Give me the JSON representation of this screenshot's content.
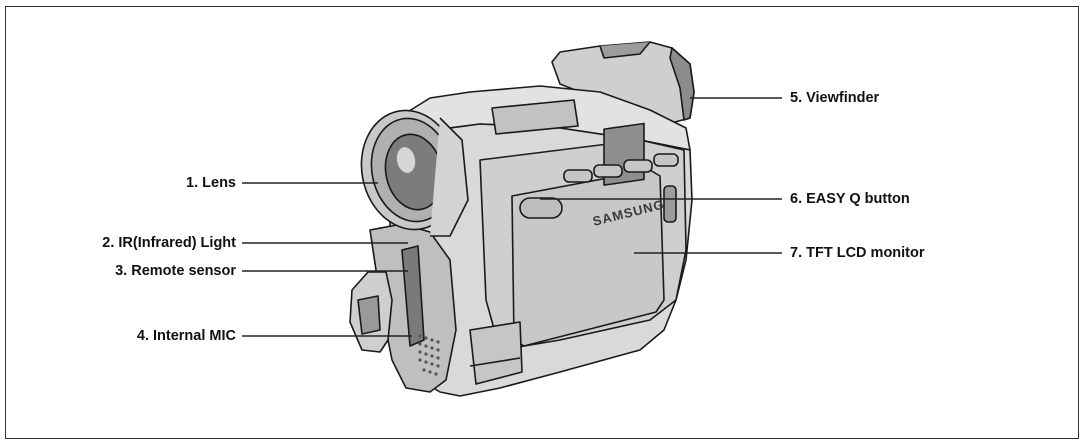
{
  "callouts_left": [
    {
      "id": "lens",
      "label": "1. Lens"
    },
    {
      "id": "ir-light",
      "label": "2. IR(Infrared) Light"
    },
    {
      "id": "remote-sensor",
      "label": "3. Remote sensor"
    },
    {
      "id": "internal-mic",
      "label": "4. Internal MIC"
    }
  ],
  "callouts_right": [
    {
      "id": "viewfinder",
      "label": "5. Viewfinder"
    },
    {
      "id": "easy-q-button",
      "label": "6. EASY Q button"
    },
    {
      "id": "tft-lcd-monitor",
      "label": "7. TFT LCD monitor"
    }
  ],
  "camera": {
    "brand_text": "SAMSUNG",
    "body_color": "#d9d9d9",
    "shade_color": "#a8a8a8",
    "dark_color": "#6e6e6e",
    "outline_color": "#1a1a1a"
  }
}
